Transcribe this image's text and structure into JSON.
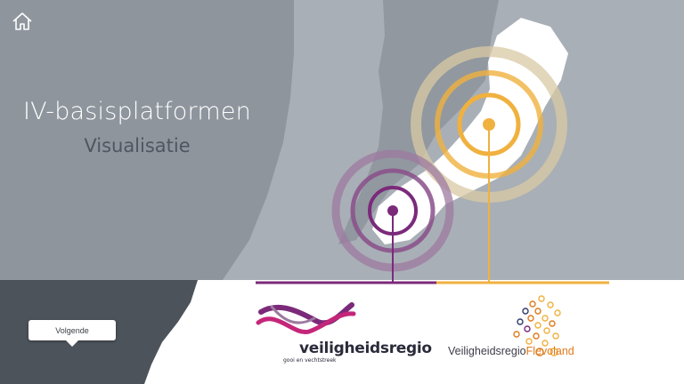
{
  "title": "IV-basisplatformen",
  "subtitle": "Visualisatie",
  "next_button": {
    "label": "Volgende"
  },
  "logos": {
    "gooi": {
      "name": "veiligheidsregio",
      "tagline": "gooi en vechtstreek"
    },
    "flevoland": {
      "prefix": "Veiligheidsregio",
      "name": "Flevoland"
    }
  },
  "colors": {
    "sea": "#8a9199",
    "land": "#a7adb4",
    "coast_dark": "#4b5259",
    "purple": "#7b2a7a",
    "orange": "#f0b13f",
    "white": "#ffffff"
  },
  "icons": {
    "home": "home-icon"
  }
}
